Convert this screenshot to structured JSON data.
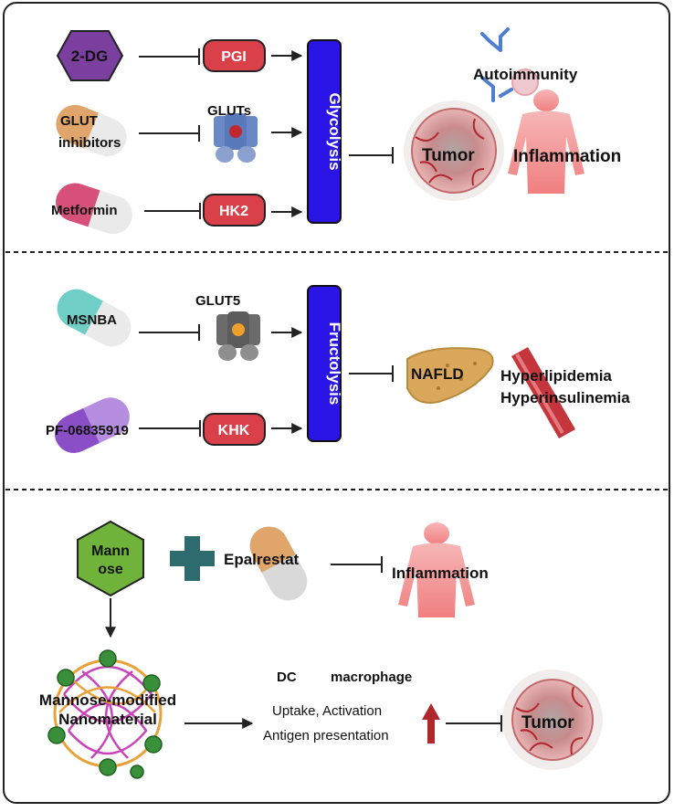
{
  "section1": {
    "inhibitor_2dg": "2-DG",
    "glut_inhibitors_line1": "GLUT",
    "glut_inhibitors_line2": "inhibitors",
    "metformin": "Metformin",
    "pgi": "PGI",
    "gluts": "GLUTs",
    "hk2": "HK2",
    "pathway": "Glycolysis",
    "autoimmunity": "Autoimmunity",
    "tumor": "Tumor",
    "inflammation": "Inflammation"
  },
  "section2": {
    "msnba": "MSNBA",
    "pf": "PF-06835919",
    "glut5": "GLUT5",
    "khk": "KHK",
    "pathway": "Fructolysis",
    "nafld": "NAFLD",
    "hyperlipidemia": "Hyperlipidemia",
    "hyperinsulinemia": "Hyperinsulinemia"
  },
  "section3": {
    "mannose_line1": "Mann",
    "mannose_line2": "ose",
    "epalrestat": "Epalrestat",
    "inflammation": "Inflammation",
    "nanomaterial_line1": "Mannose-modified",
    "nanomaterial_line2": "Nanomaterial",
    "dc": "DC",
    "macrophage": "macrophage",
    "uptake": "Uptake, Activation",
    "antigen": "Antigen presentation",
    "tumor": "Tumor"
  },
  "colors": {
    "pathway_box": "#2a14e6",
    "enzyme_box": "#d9404a",
    "hexagon_2dg": "#7b3fa0",
    "hexagon_mannose": "#6fb33a",
    "plus": "#2e6b6e",
    "up_arrow": "#b0282c"
  }
}
